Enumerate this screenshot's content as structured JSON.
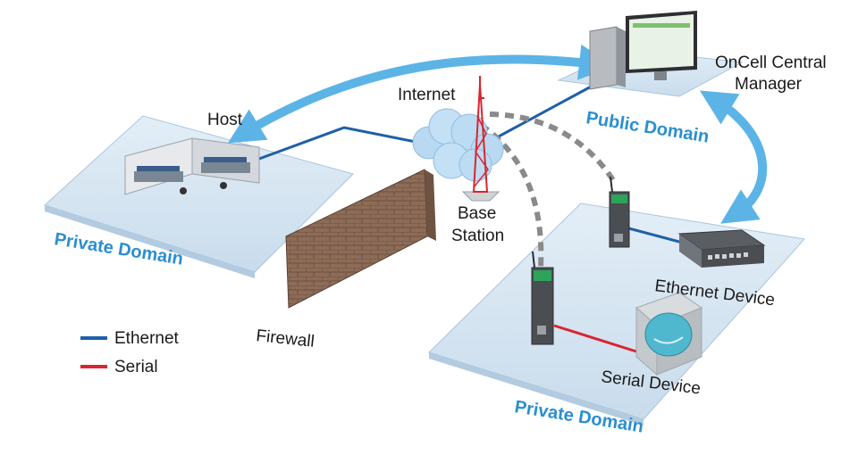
{
  "labels": {
    "host": "Host",
    "internet": "Internet",
    "oncell_line1": "OnCell Central",
    "oncell_line2": "Manager",
    "public_domain": "Public Domain",
    "private_domain_left": "Private Domain",
    "private_domain_right": "Private Domain",
    "base_station_line1": "Base",
    "base_station_line2": "Station",
    "ethernet_device": "Ethernet Device",
    "serial_device": "Serial Device",
    "firewall": "Firewall"
  },
  "legend": {
    "items": [
      {
        "label": "Ethernet",
        "color": "#1f5fa8"
      },
      {
        "label": "Serial",
        "color": "#d9252f"
      }
    ]
  },
  "colors": {
    "platform": "#d6e6f2",
    "platform_edge": "#a9c6dd",
    "ethernet": "#1f5fa8",
    "serial": "#d9252f",
    "wireless": "#8a8a8a",
    "arrow": "#5cb4e6",
    "domain_text": "#2a8fd0",
    "brick": "#8a6a55",
    "cloud": "#b9d9f2",
    "tower": "#d9252f"
  }
}
